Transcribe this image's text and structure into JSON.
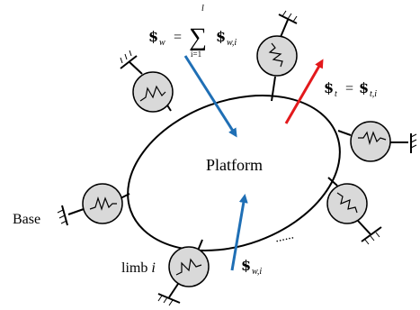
{
  "diagram": {
    "platform_label": "Platform",
    "base_label": "Base",
    "limb_label": "limb",
    "limb_index": "i",
    "ellipsis": "......",
    "twist_symbol": "$",
    "wrench_total": {
      "lhs_sub": "w",
      "equals": "=",
      "sum_sign": "∑",
      "sum_upper": "l",
      "sum_lower": "i=1",
      "term_sub": "w,i"
    },
    "twist_eq": {
      "lhs_sub": "t",
      "equals": "=",
      "rhs_sub": "t,i"
    },
    "limb_wrench": {
      "sub": "w,i"
    },
    "colors": {
      "wrench_arrow": "#1f6fb5",
      "twist_arrow": "#e3191c",
      "joint_fill": "#d9d9d9",
      "line": "#000000"
    },
    "icons": {
      "joint": "spring-in-circle-icon",
      "ground": "hatched-ground-icon"
    }
  }
}
